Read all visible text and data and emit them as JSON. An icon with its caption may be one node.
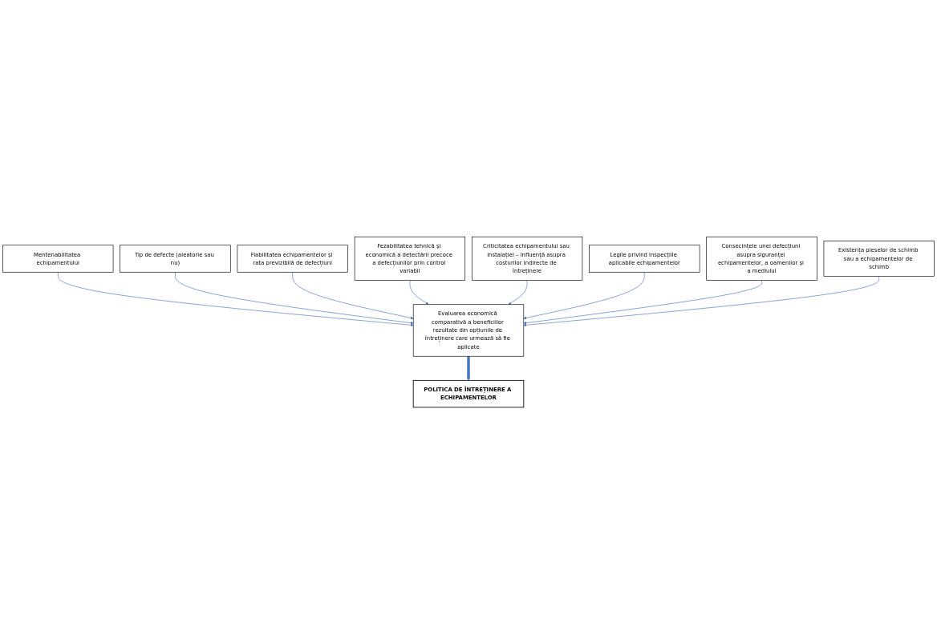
{
  "diagram": {
    "nodes": [
      {
        "text": [
          "Mentenabilitatea echipamentului"
        ]
      },
      {
        "text": [
          "Tip de defecte (aleatorie sau nu)"
        ]
      },
      {
        "text": [
          "Fiabilitatea echipamentelor și rata previzibilă de defecțiuni"
        ]
      },
      {
        "text": [
          "Fezabilitatea tehnică și economică a detectării precoce a defecțiunilor prin control variabil"
        ]
      },
      {
        "text": [
          "Criticitatea echipamentului sau instalației – influență asupra costurilor indirecte de întreținere"
        ]
      },
      {
        "text": [
          "Evaluarea economică comparativă a beneficiilor rezultate din opțiunile de întreținere care urmează să fie aplicate"
        ]
      },
      {
        "text": [
          "Legile privind inspecțiile aplicabile echipamentelor"
        ]
      },
      {
        "text": [
          "Consecințele unei defecțiuni asupra siguranței echipamentelor, a oamenilor și a mediului"
        ]
      },
      {
        "text": [
          "Existența pieselor de schimb sau a echipamentelor de schimb"
        ]
      },
      {
        "text": [
          "POLITICA DE ÎNTREȚINERE A ECHIPAMENTELOR"
        ]
      }
    ],
    "edges": [
      {
        "from": 0,
        "to": 5,
        "arrow": "to"
      },
      {
        "from": 1,
        "to": 5,
        "arrow": "to"
      },
      {
        "from": 2,
        "to": 5,
        "arrow": "to"
      },
      {
        "from": 3,
        "to": 5,
        "arrow": "to"
      },
      {
        "from": 4,
        "to": 5,
        "arrow": "to"
      },
      {
        "from": 6,
        "to": 5,
        "arrow": "to"
      },
      {
        "from": 7,
        "to": 5,
        "arrow": "to"
      },
      {
        "from": 8,
        "to": 5,
        "arrow": "to"
      },
      {
        "from": 5,
        "to": 9,
        "arrow": "to",
        "style": "thick"
      }
    ]
  }
}
